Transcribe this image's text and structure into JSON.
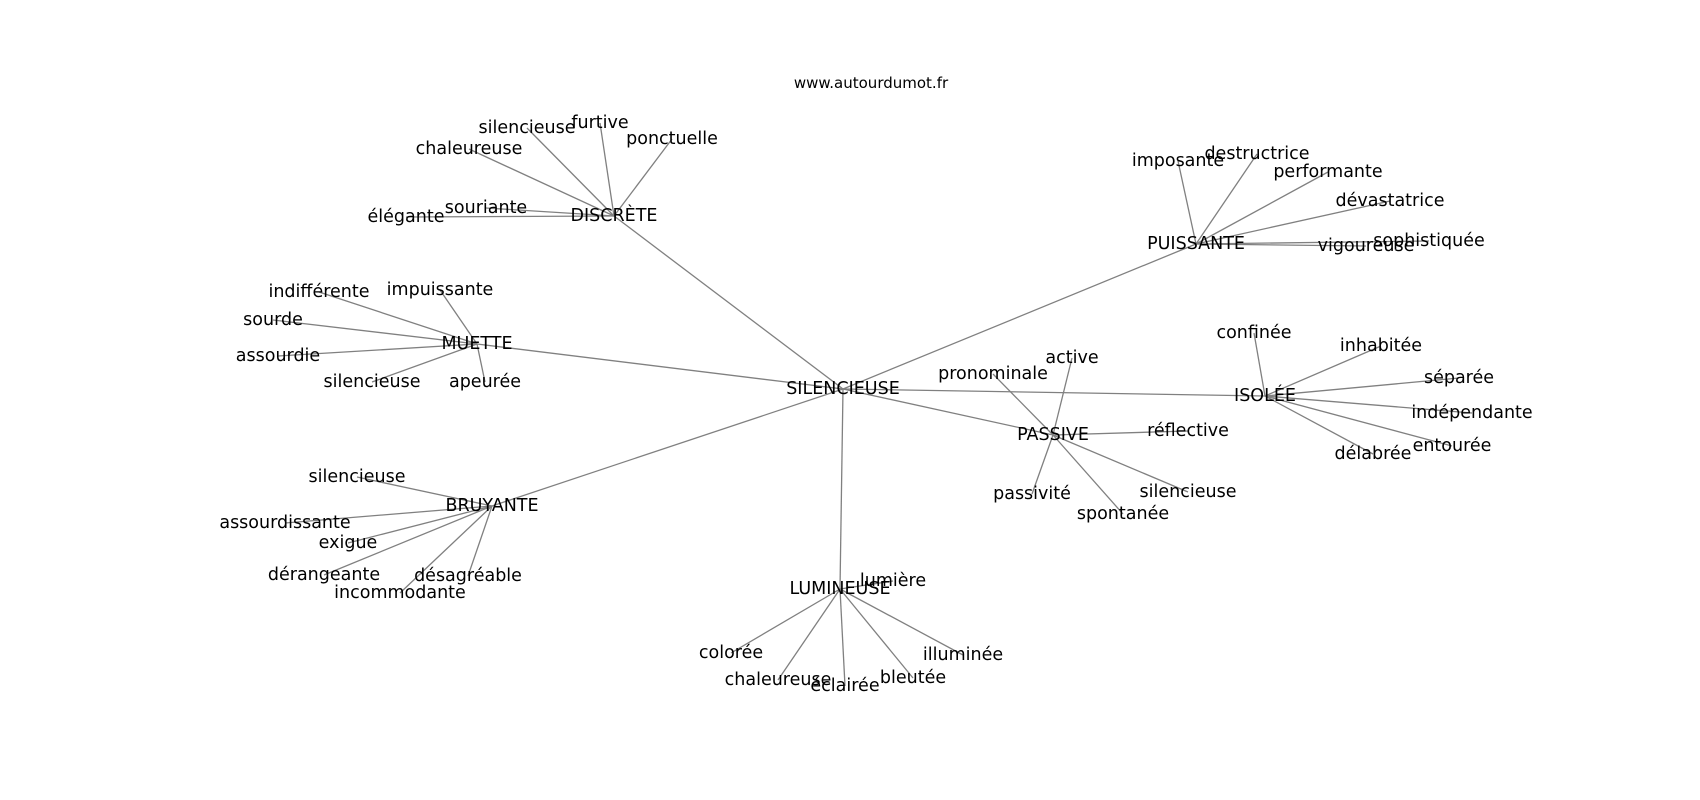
{
  "source": "www.autourdumot.fr",
  "colors": {
    "edge": "#808080",
    "text": "#000000",
    "background": "#ffffff"
  },
  "graph": {
    "center": "SILENCIEUSE",
    "hubs": [
      {
        "id": "discrete",
        "label": "DISCRÈTE",
        "leaves": [
          "silencieuse",
          "furtive",
          "ponctuelle",
          "chaleureuse",
          "souriante",
          "élégante"
        ]
      },
      {
        "id": "muette",
        "label": "MUETTE",
        "leaves": [
          "indifférente",
          "impuissante",
          "sourde",
          "assourdie",
          "silencieuse",
          "apeurée"
        ]
      },
      {
        "id": "bruyante",
        "label": "BRUYANTE",
        "leaves": [
          "silencieuse",
          "assourdissante",
          "exigue",
          "dérangeante",
          "désagréable",
          "incommodante"
        ]
      },
      {
        "id": "lumineuse",
        "label": "LUMINEUSE",
        "leaves": [
          "lumière",
          "colorée",
          "chaleureuse",
          "éclairée",
          "bleutée",
          "illuminée"
        ]
      },
      {
        "id": "passive",
        "label": "PASSIVE",
        "leaves": [
          "pronominale",
          "active",
          "réflective",
          "passivité",
          "silencieuse",
          "spontanée"
        ]
      },
      {
        "id": "isolee",
        "label": "ISOLÉE",
        "leaves": [
          "confinée",
          "inhabitée",
          "séparée",
          "indépendante",
          "entourée",
          "délabrée"
        ]
      },
      {
        "id": "puissante",
        "label": "PUISSANTE",
        "leaves": [
          "imposante",
          "destructrice",
          "performante",
          "dévastatrice",
          "sophistiquée",
          "vigoureuse"
        ]
      }
    ]
  }
}
